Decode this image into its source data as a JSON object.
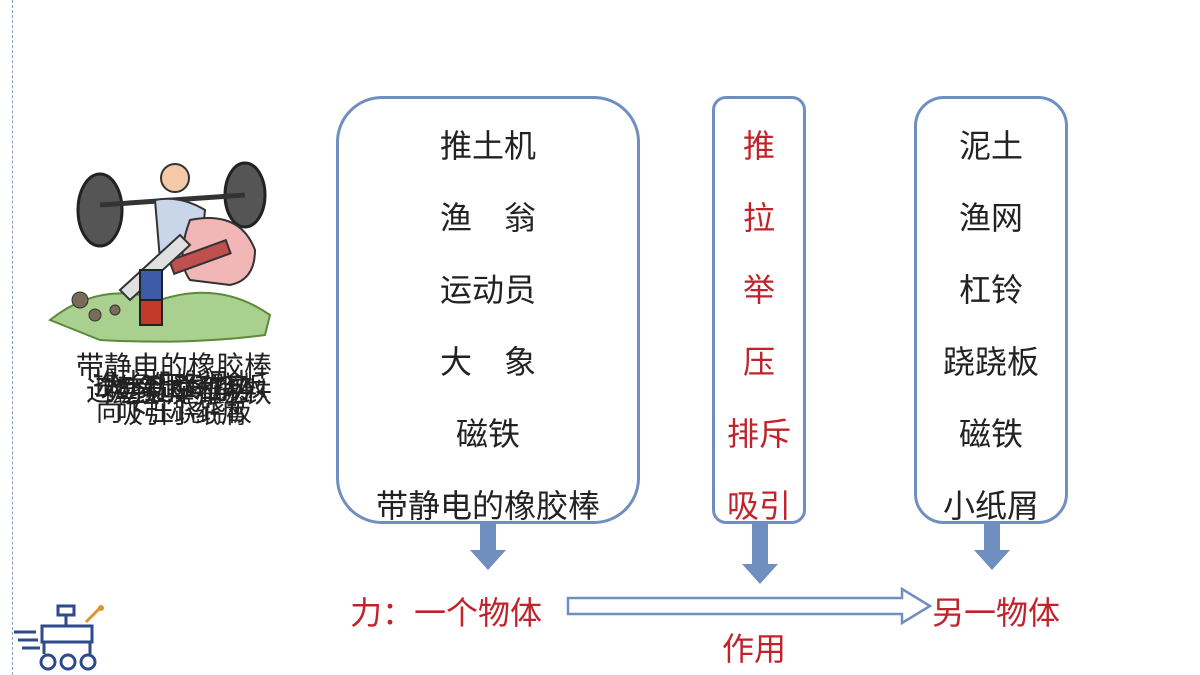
{
  "left_box": {
    "items": [
      "推土机",
      "渔　翁",
      "运动员",
      "大　象",
      "磁铁",
      "带静电的橡胶棒"
    ]
  },
  "middle_box": {
    "items": [
      "推",
      "拉",
      "举",
      "压",
      "排斥",
      "吸引"
    ]
  },
  "right_box": {
    "items": [
      "泥土",
      "渔网",
      "杠铃",
      "跷跷板",
      "磁铁",
      "小纸屑"
    ]
  },
  "formula": {
    "left": "力：一个物体",
    "action": "作用",
    "right": "另一物体"
  },
  "captions": [
    "带静电的橡胶棒",
    "推土机推泥土",
    "渔翁拉渔网",
    "运动员举杠铃",
    "大象压跷跷板",
    "向下压跷跷板",
    "磁铁吸引磁铁",
    "吸引小纸屑"
  ],
  "colors": {
    "box_border": "#6f8fc0",
    "arrow_fill": "#6f8fc0",
    "accent": "#c0232b"
  }
}
